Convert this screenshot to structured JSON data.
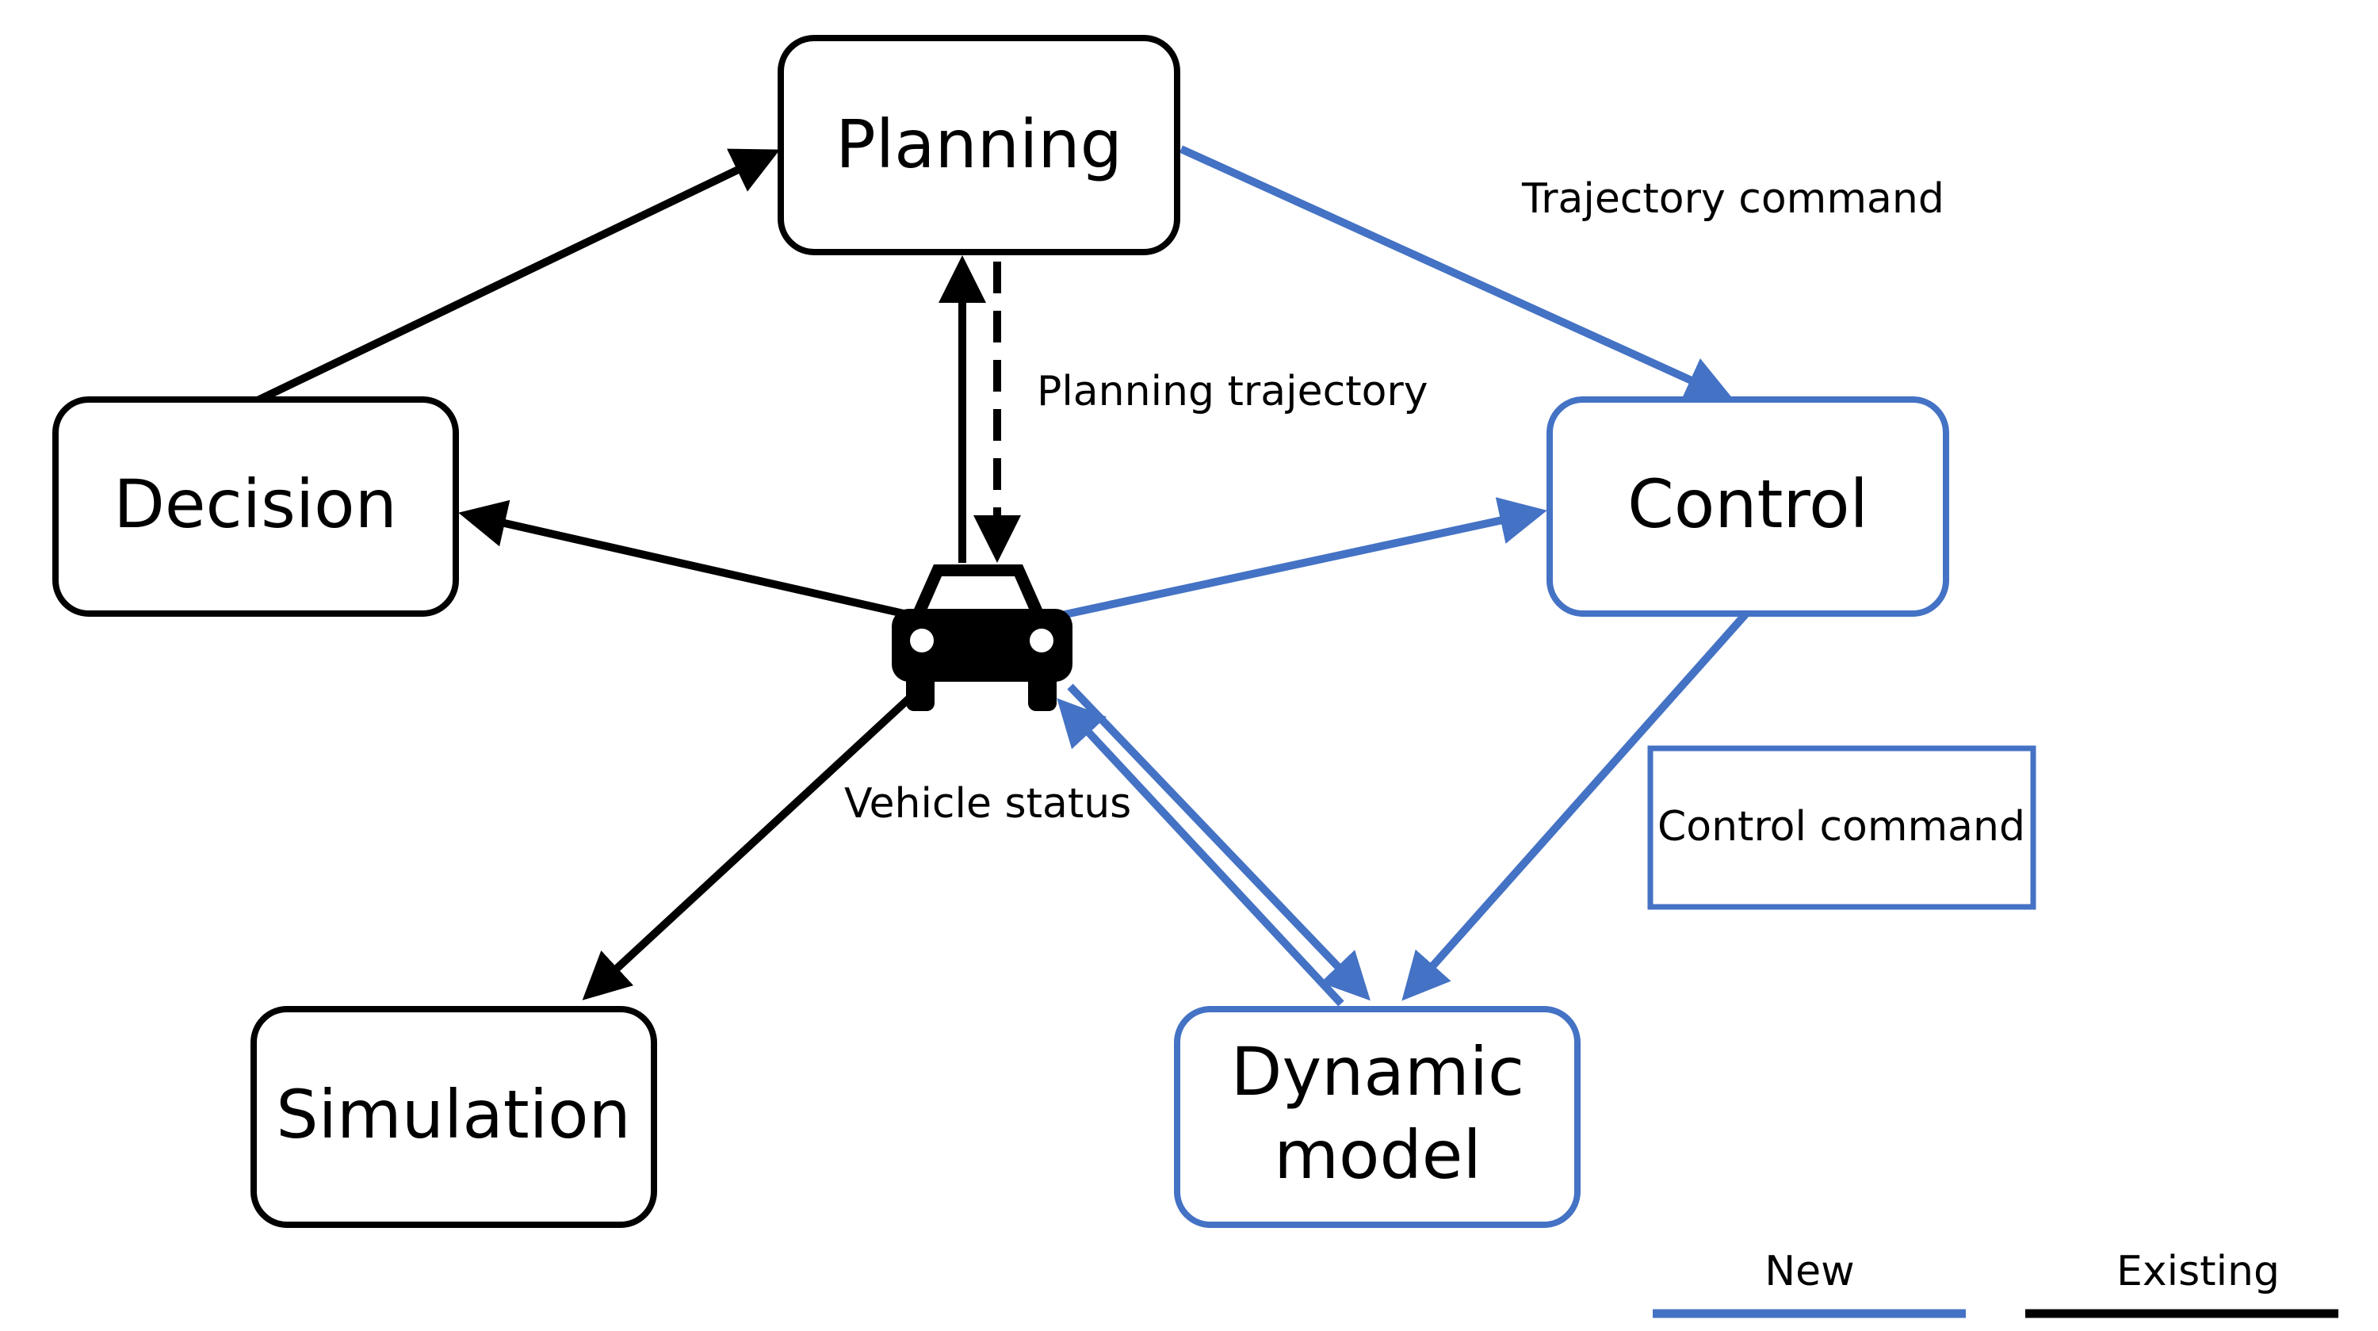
{
  "nodes": {
    "planning": {
      "label": "Planning"
    },
    "decision": {
      "label": "Decision"
    },
    "control": {
      "label": "Control"
    },
    "simulation": {
      "label": "Simulation"
    },
    "dynamic_model": {
      "label_line1": "Dynamic",
      "label_line2": "model"
    }
  },
  "labels": {
    "trajectory_command": "Trajectory command",
    "planning_trajectory": "Planning trajectory",
    "vehicle_status": "Vehicle status",
    "control_command": "Control command"
  },
  "legend": {
    "new": "New",
    "existing": "Existing"
  },
  "icons": {
    "vehicle": "car-icon"
  },
  "colors": {
    "new": "#4472C4",
    "existing": "#000000"
  }
}
